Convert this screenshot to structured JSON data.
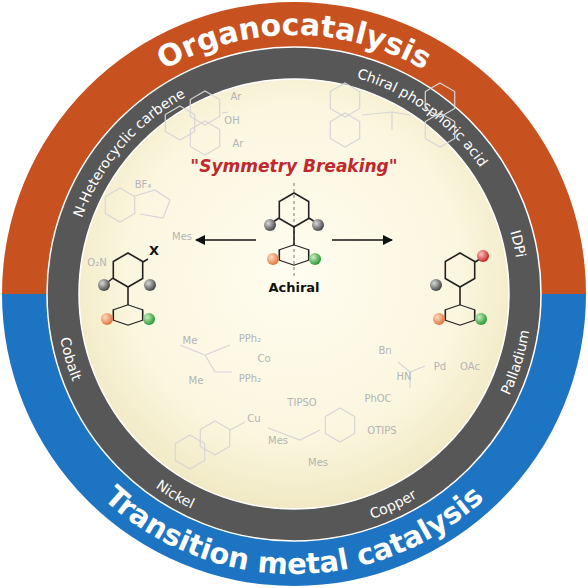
{
  "diagram": {
    "nodes": [
      {
        "text": [
          "Organocatalysis"
        ]
      },
      {
        "text": [
          "Transition metal catalysis"
        ]
      },
      {
        "text": [
          "N-Heterocyclic carbene",
          "Chiral phosphoric acid",
          "IDPi",
          "Cobalt",
          "Nickel",
          "Copper",
          "Palladium"
        ]
      },
      {
        "text": [
          "\"Symmetry Breaking\"",
          "Achiral"
        ]
      }
    ],
    "labels": [
      "X",
      "Ar",
      "OH",
      "Ar",
      "BF₄",
      "O₂N",
      "Mes",
      "Me",
      "PPh₂",
      "Co",
      "Me",
      "PPh₂",
      "Cu",
      "TIPSO",
      "Mes",
      "Mes",
      "OTIPS",
      "Bn",
      "HN",
      "PhOC",
      "Pd",
      "OAc"
    ]
  }
}
